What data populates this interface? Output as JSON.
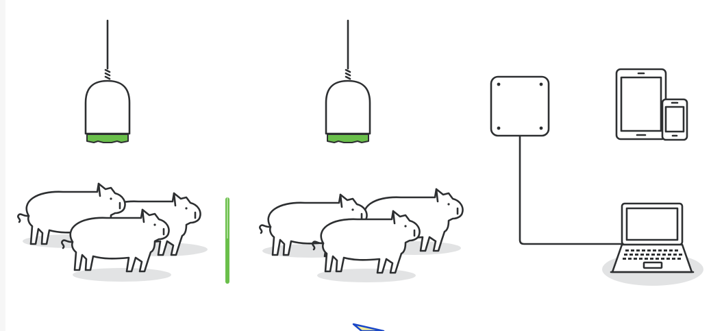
{
  "diagram": {
    "colors": {
      "line": "#2d2f31",
      "accent": "#6abf4b",
      "shadow": "#e2e3e4",
      "background": "#ffffff",
      "cursor_outline": "#1a47c8",
      "cursor_fill": "#f3ed9b"
    },
    "groups": [
      {
        "name": "pen-1",
        "icons": [
          "hanging-camera-icon",
          "pig-icon",
          "pig-icon",
          "pig-icon"
        ]
      },
      {
        "name": "pen-2",
        "icons": [
          "hanging-camera-icon",
          "pig-icon",
          "pig-icon",
          "pig-icon"
        ]
      },
      {
        "name": "system",
        "icons": [
          "gateway-box-icon",
          "tablet-icon",
          "smartphone-icon",
          "laptop-icon"
        ]
      }
    ],
    "divider_icon": "green-divider-bar",
    "cursor_icon": "mouse-pointer-icon"
  }
}
